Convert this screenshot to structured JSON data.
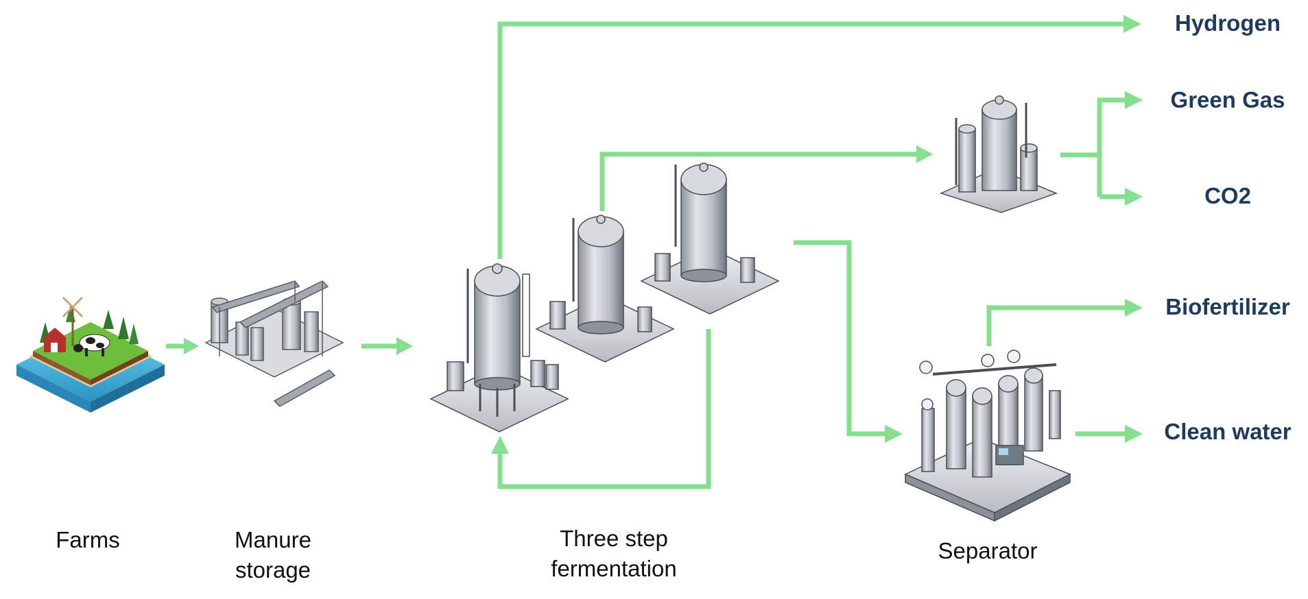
{
  "stages": {
    "farms": "Farms",
    "manure_storage_line1": "Manure",
    "manure_storage_line2": "storage",
    "fermentation_line1": "Three step",
    "fermentation_line2": "fermentation",
    "separator": "Separator"
  },
  "products": {
    "hydrogen": "Hydrogen",
    "green_gas": "Green Gas",
    "co2": "CO2",
    "biofertilizer": "Biofertilizer",
    "clean_water": "Clean water"
  },
  "icons": {
    "farm": "farm-island-icon",
    "manure_storage": "manure-storage-plant-icon",
    "fermentation": "fermentation-tanks-icon",
    "gas_upgrader": "gas-upgrading-plant-icon",
    "separator": "separator-plant-icon"
  },
  "colors": {
    "arrow": "#86df8f",
    "product_text": "#1f3b5c",
    "stage_text": "#111111"
  }
}
